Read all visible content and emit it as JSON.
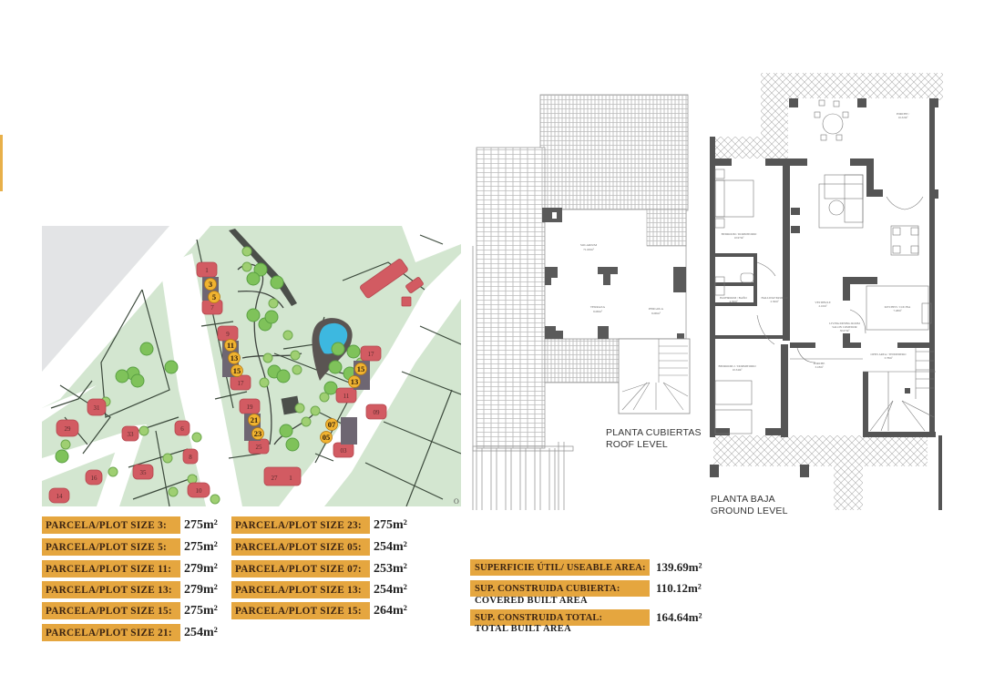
{
  "colors": {
    "accent": "#e5a63f",
    "accent_text": "#3a2312",
    "grass": "#d3e6d0",
    "road": "#ffffff",
    "house": "#d25b62",
    "house_dark": "#6e6672",
    "tree": "#7fc25a",
    "water": "#3db8e0",
    "wall": "#555555",
    "grey_area": "#e3e4e6"
  },
  "site_plan": {
    "highlighted_plots": [
      "3",
      "5",
      "11",
      "13",
      "15",
      "21",
      "23",
      "15",
      "13",
      "07",
      "05"
    ],
    "house_labels": [
      "1",
      "7",
      "9",
      "17",
      "19",
      "25",
      "27",
      "1",
      "17",
      "11",
      "09",
      "03",
      "31",
      "29",
      "33",
      "6",
      "8",
      "35",
      "16",
      "14",
      "10"
    ]
  },
  "plot_sizes_left": [
    {
      "label": "PARCELA/PLOT SIZE 3:",
      "value": "275m²"
    },
    {
      "label": "PARCELA/PLOT SIZE 5:",
      "value": "275m²"
    },
    {
      "label": "PARCELA/PLOT SIZE 11:",
      "value": "279m²"
    },
    {
      "label": "PARCELA/PLOT SIZE 13:",
      "value": "279m²"
    },
    {
      "label": "PARCELA/PLOT SIZE 15:",
      "value": "275m²"
    },
    {
      "label": "PARCELA/PLOT SIZE 21:",
      "value": "254m²"
    }
  ],
  "plot_sizes_right": [
    {
      "label": "PARCELA/PLOT SIZE 23:",
      "value": "275m²"
    },
    {
      "label": "PARCELA/PLOT SIZE 05:",
      "value": "254m²"
    },
    {
      "label": "PARCELA/PLOT SIZE 07:",
      "value": "253m²"
    },
    {
      "label": "PARCELA/PLOT SIZE 13:",
      "value": "254m²"
    },
    {
      "label": "PARCELA/PLOT SIZE 15:",
      "value": "264m²"
    }
  ],
  "areas": {
    "useable": {
      "label": "SUPERFICIE ÚTIL/ USEABLE AREA:",
      "value": "139.69m²"
    },
    "covered": {
      "label": "SUP. CONSTRUIDA CUBIERTA:",
      "sub": "COVERED BUILT AREA",
      "value": "110.12m²"
    },
    "total": {
      "label": "SUP. CONSTRUIDA TOTAL:",
      "sub": "TOTAL BUILT AREA",
      "value": "164.64m²"
    }
  },
  "plans": {
    "roof": {
      "title_es": "PLANTA CUBIERTAS",
      "title_en": "ROOF LEVEL"
    },
    "ground": {
      "title_es": "PLANTA BAJA",
      "title_en": "GROUND LEVEL"
    }
  }
}
